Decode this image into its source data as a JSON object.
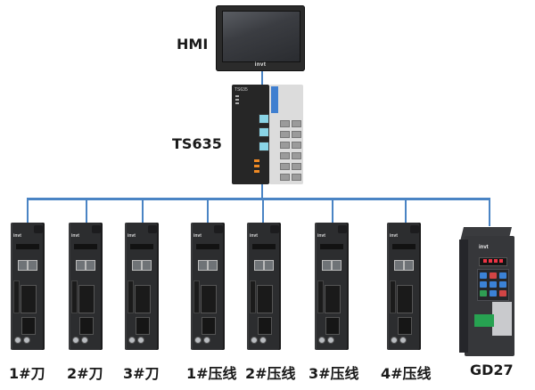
{
  "hmi": {
    "label": "HMI",
    "brand": "invt"
  },
  "plc": {
    "label": "TS635",
    "model_text": "TS635"
  },
  "devices": [
    {
      "label": "1#刀",
      "brand": "invt"
    },
    {
      "label": "2#刀",
      "brand": "invt"
    },
    {
      "label": "3#刀",
      "brand": "invt"
    },
    {
      "label": "1#压线",
      "brand": "invt"
    },
    {
      "label": "2#压线",
      "brand": "invt"
    },
    {
      "label": "3#压线",
      "brand": "invt"
    },
    {
      "label": "4#压线",
      "brand": "invt"
    },
    {
      "label": "GD27",
      "brand": "invt"
    }
  ],
  "colors": {
    "network": "#4a84c4",
    "device_body": "#2c2d2f",
    "io_module": "#dcdcdc",
    "io_accent": "#3f7fd0"
  },
  "icons": [
    "hmi-touchscreen",
    "plc-controller",
    "servo-drive",
    "vfd-drive"
  ]
}
